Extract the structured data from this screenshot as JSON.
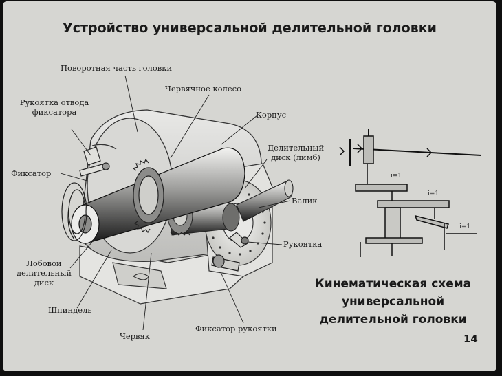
{
  "title": "Устройство универсальной делительной головки",
  "labels": {
    "rotating_part": "Поворотная часть головки",
    "worm_wheel": "Червячное колесо",
    "lock_handle_line1": "Рукоятка отвода",
    "lock_handle_line2": "фиксатора",
    "housing": "Корпус",
    "index_disk_line1": "Делительный",
    "index_disk_line2": "диск (лимб)",
    "lock": "Фиксатор",
    "shaft": "Валик",
    "handle": "Рукоятка",
    "front_disk_line1": "Лобовой",
    "front_disk_line2": "делительный",
    "front_disk_line3": "диск",
    "spindle": "Шпиндель",
    "worm": "Червяк",
    "handle_lock": "Фиксатор рукоятки"
  },
  "kinematic": {
    "line1": "Кинематическая схема",
    "line2": "универсальной",
    "line3": "делительной головки",
    "ratio_1": "i=1",
    "ratio_2": "i=1",
    "ratio_3": "i=1"
  },
  "page_number": "14"
}
